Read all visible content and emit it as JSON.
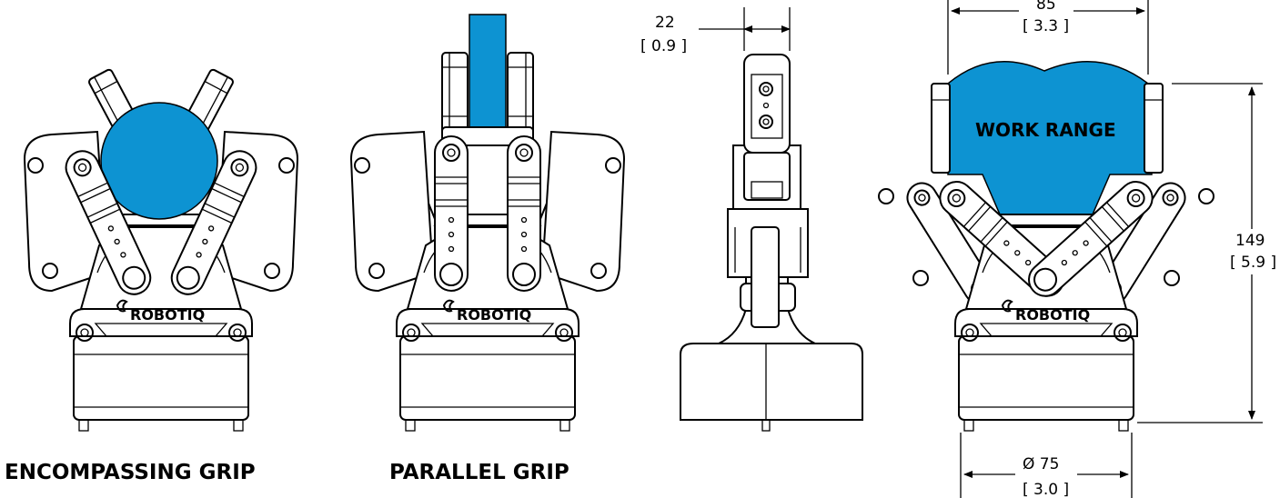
{
  "views": {
    "encompassing": {
      "caption": "ENCOMPASSING GRIP",
      "logo": "ROBOTIQ",
      "object_shape": "cylinder"
    },
    "parallel": {
      "caption": "PARALLEL GRIP",
      "logo": "ROBOTIQ",
      "object_shape": "rectangular-block"
    },
    "side": {
      "depth_dim": {
        "value": "22",
        "alt": "[ 0.9 ]"
      }
    },
    "work_range": {
      "label": "WORK RANGE",
      "logo": "ROBOTIQ",
      "width_dim": {
        "value": "85",
        "alt": "[ 3.3 ]"
      },
      "height_dim": {
        "value": "149",
        "alt": "[ 5.9 ]"
      },
      "base_dim": {
        "value": "Ø 75",
        "alt": "[ 3.0 ]"
      }
    }
  },
  "colors": {
    "object_fill": "#0d93d2",
    "line": "#000000",
    "background": "#ffffff"
  }
}
